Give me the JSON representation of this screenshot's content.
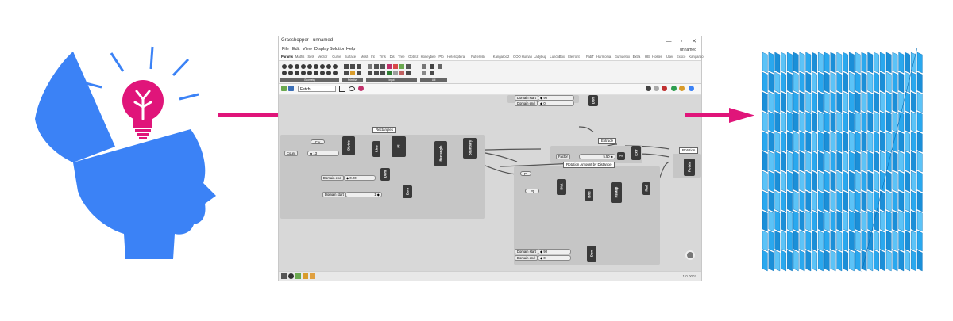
{
  "window": {
    "title": "Grasshopper - unnamed",
    "doc_name": "unnamed",
    "controls": {
      "minimize": "—",
      "maximize": "▫",
      "close": "✕"
    }
  },
  "menu": [
    "File",
    "Edit",
    "View",
    "Display",
    "Solution",
    "Help"
  ],
  "tabs": [
    "Params",
    "Maths",
    "Sets",
    "Vector",
    "Curve",
    "Surface",
    "Mesh",
    "Int",
    "Trns",
    "Dis",
    "Tree",
    "Optmz",
    "Honeybee",
    "Pfb",
    "Heteroptera",
    "Pufferfish",
    "Kangaroo2",
    "OOO",
    "Human",
    "Ladybug",
    "LunchBox",
    "Elefront",
    "FabT",
    "Harmonia",
    "Gumdetox",
    "Extra",
    "HB",
    "Hoster",
    "User",
    "Exsco",
    "Kangaroo"
  ],
  "ribbon_groups": [
    "Geometry",
    "Primitive",
    "Input",
    "Util"
  ],
  "canvas_toolbar": {
    "zoom": "Fetch"
  },
  "status": {
    "zoom": "1.0.0007"
  },
  "groups": {
    "rectangles": "Rectangles",
    "extrude": "Extrude",
    "rotation": "Rotation",
    "rotation_amount": "Rotation Amount by Distance"
  },
  "components": {
    "divide": "Divide",
    "line": "Line",
    "pl": "Pl",
    "rectangle": "Rectangle",
    "boundary": "Boundary",
    "dom1": "Dom",
    "dom2": "Dom",
    "extr": "Extr",
    "z": "Z",
    "rotate": "Rotate",
    "dist": "Dist",
    "bnd": "Bnd",
    "remap": "ReMap",
    "dom3": "Dom",
    "rad": "Rad"
  },
  "params": {
    "crv": "Crv",
    "pt1": "Pt",
    "pt2": "Pt"
  },
  "sliders": {
    "count": {
      "label": "Count",
      "value": "◆ 13"
    },
    "domain_end": {
      "label": "Domain end",
      "value": "◆ 0.20"
    },
    "domain_start": {
      "label": "Domain start",
      "value": "1 ◆"
    },
    "factor": {
      "label": "Factor",
      "value": "5.50 ◆"
    },
    "dom_start_top": {
      "label": "Domain start",
      "value": "◆ 90"
    },
    "dom_end_top": {
      "label": "Domain end",
      "value": "◆ 0"
    },
    "dom_start_bot": {
      "label": "Domain start",
      "value": "◆ 90"
    },
    "dom_end_bot": {
      "label": "Domain end",
      "value": "◆ 0"
    }
  },
  "colors": {
    "head": "#3b82f6",
    "bulb": "#e0157a",
    "arrow": "#e0157a",
    "fins": "#2aa8ee"
  },
  "icons": [
    "head-icon",
    "lightbulb-icon",
    "arrow-right-icon",
    "louver-facade-icon"
  ]
}
